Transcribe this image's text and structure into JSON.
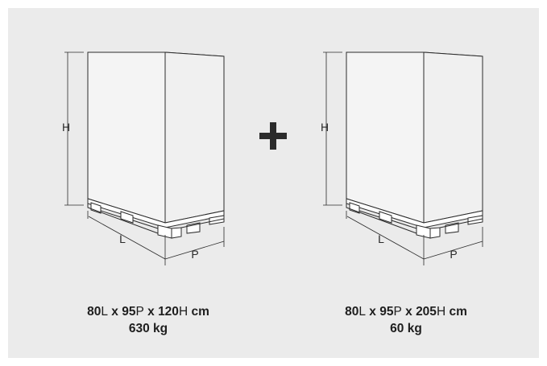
{
  "operator": "+",
  "packages": [
    {
      "dimension_labels": {
        "height": "H",
        "length": "L",
        "depth": "P"
      },
      "caption": {
        "length": "80",
        "length_unit": "L",
        "sep1": " x ",
        "depth": "95",
        "depth_unit": "P",
        "sep2": " x ",
        "height": "120",
        "height_unit": "H",
        "unit": " cm",
        "weight": "630 kg"
      }
    },
    {
      "dimension_labels": {
        "height": "H",
        "length": "L",
        "depth": "P"
      },
      "caption": {
        "length": "80",
        "length_unit": "L",
        "sep1": " x ",
        "depth": "95",
        "depth_unit": "P",
        "sep2": " x ",
        "height": "205",
        "height_unit": "H",
        "unit": " cm",
        "weight": "60 kg"
      }
    }
  ],
  "colors": {
    "background": "#ebebeb",
    "stroke": "#2b2b2b"
  }
}
